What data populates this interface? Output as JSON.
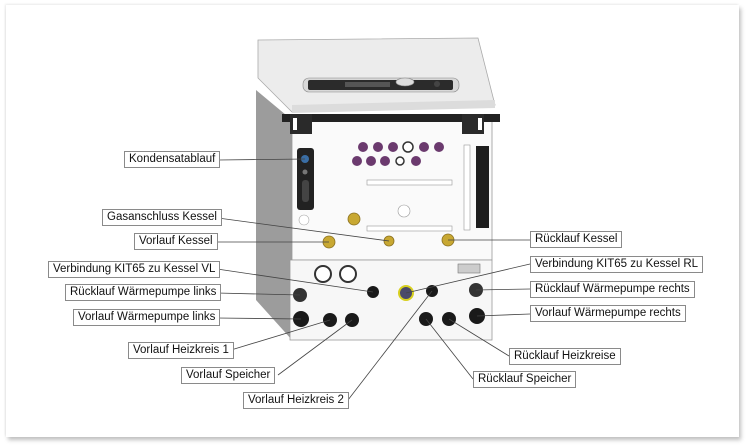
{
  "diagram": {
    "subject": "Gas boiler with KIT65 connection module, front view",
    "labels": {
      "kondensatablauf": "Kondensatablauf",
      "gasanschluss_kessel": "Gasanschluss Kessel",
      "vorlauf_kessel": "Vorlauf Kessel",
      "verbindung_vl": "Verbindung KIT65 zu Kessel VL",
      "ruecklauf_wp_links": "Rücklauf Wärmepumpe links",
      "vorlauf_wp_links": "Vorlauf Wärmepumpe links",
      "vorlauf_heizkreis_1": "Vorlauf Heizkreis 1",
      "vorlauf_speicher": "Vorlauf Speicher",
      "vorlauf_heizkreis_2": "Vorlauf Heizkreis 2",
      "ruecklauf_kessel": "Rücklauf Kessel",
      "verbindung_rl": "Verbindung KIT65 zu Kessel RL",
      "ruecklauf_wp_rechts": "Rücklauf Wärmepumpe rechts",
      "vorlauf_wp_rechts": "Vorlauf Wärmepumpe rechts",
      "ruecklauf_heizkreise": "Rücklauf Heizkreise",
      "ruecklauf_speicher": "Rücklauf Speicher"
    },
    "colors": {
      "brass_fitting": "#c8a832",
      "purple_connector": "#6b3a6e",
      "black_fitting": "#1a1a1a",
      "side_panel": "#9a9a9a"
    }
  }
}
